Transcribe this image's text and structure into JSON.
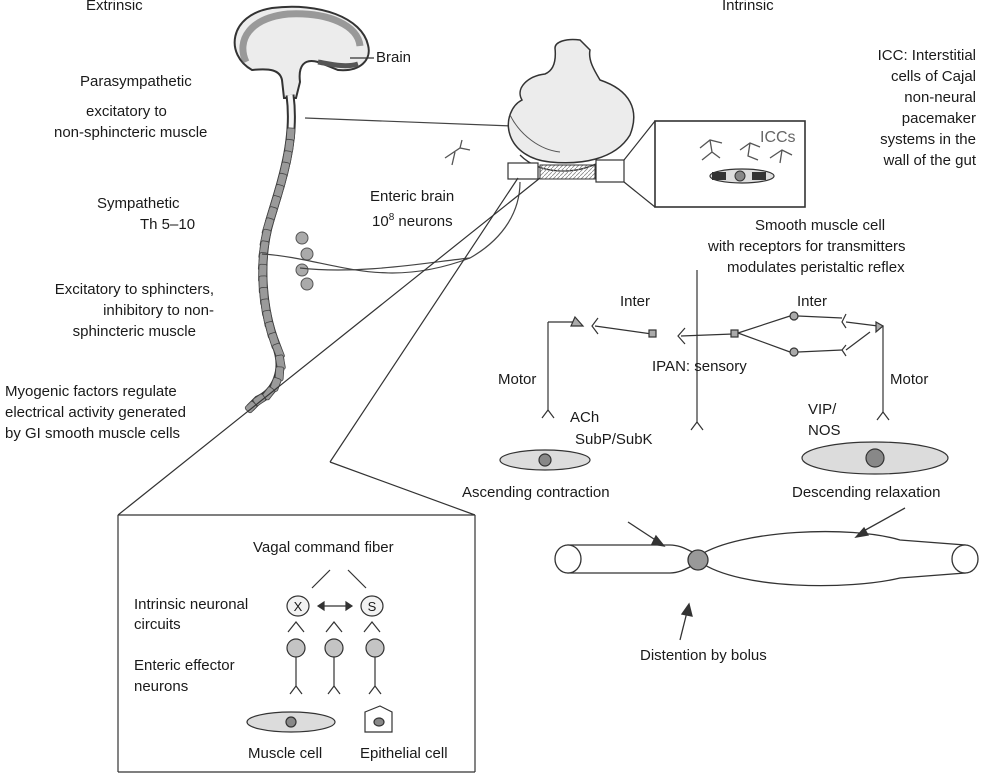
{
  "headings": {
    "extrinsic": "Extrinsic",
    "intrinsic": "Intrinsic"
  },
  "brain": "Brain",
  "parasympathetic": {
    "title": "Parasympathetic",
    "line1": "excitatory to",
    "line2": "non-sphincteric muscle"
  },
  "sympathetic": {
    "line1": "Sympathetic",
    "line2": "Th 5–10"
  },
  "sphincters": {
    "line1": "Excitatory to sphincters,",
    "line2": "inhibitory to non-",
    "line3": "sphincteric muscle"
  },
  "myogenic": {
    "line1": "Myogenic factors regulate",
    "line2": "electrical activity generated",
    "line3": "by GI smooth muscle cells"
  },
  "enteric_brain": {
    "line1": "Enteric brain",
    "line2_base": "10",
    "line2_sup": "8",
    "line2_rest": " neurons"
  },
  "icc_label": "ICCs",
  "icc_note": {
    "line1": "ICC: Interstitial",
    "line2": "cells of Cajal",
    "line3": "non-neural",
    "line4": "pacemaker",
    "line5": "systems in the",
    "line6": "wall of the gut"
  },
  "smooth_muscle": {
    "line1": "Smooth muscle cell",
    "line2": "with receptors for transmitters",
    "line3": "modulates peristaltic reflex"
  },
  "reflex": {
    "inter_left": "Inter",
    "inter_right": "Inter",
    "ipan": "IPAN: sensory",
    "motor_left": "Motor",
    "motor_right": "Motor",
    "ach": "ACh",
    "subp": "SubP/SubK",
    "vip": "VIP/",
    "nos": "NOS",
    "ascending": "Ascending contraction",
    "descending": "Descending relaxation",
    "distention": "Distention by bolus"
  },
  "inset": {
    "vagal": "Vagal command fiber",
    "intrinsic_line1": "Intrinsic neuronal",
    "intrinsic_line2": "circuits",
    "effector_line1": "Enteric effector",
    "effector_line2": "neurons",
    "x_label": "X",
    "s_label": "S",
    "muscle_cell": "Muscle cell",
    "epithelial_cell": "Epithelial cell"
  },
  "colors": {
    "ink": "#3a3a3a",
    "fill_light": "#e6e6e6",
    "fill_mid": "#b8b8b8",
    "fill_dark": "#7a7a7a",
    "nucleus": "#8a8a8a"
  }
}
